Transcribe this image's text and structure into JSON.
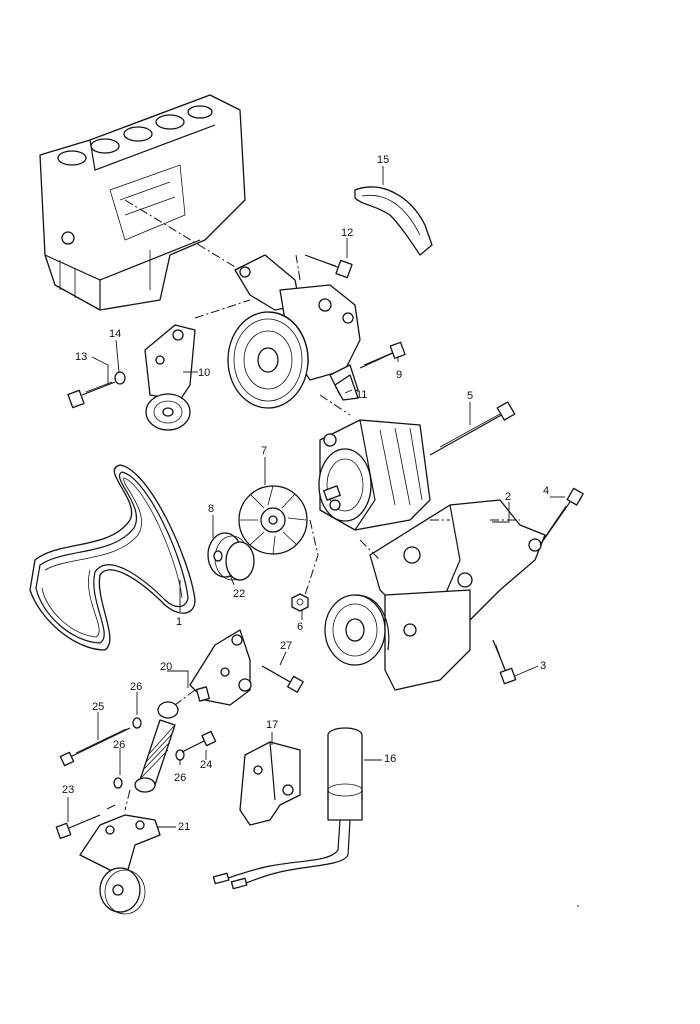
{
  "diagram": {
    "callouts": [
      {
        "id": "15",
        "label": "15"
      },
      {
        "id": "12",
        "label": "12"
      },
      {
        "id": "14",
        "label": "14"
      },
      {
        "id": "13",
        "label": "13"
      },
      {
        "id": "10",
        "label": "10"
      },
      {
        "id": "9",
        "label": "9"
      },
      {
        "id": "11",
        "label": "11"
      },
      {
        "id": "5",
        "label": "5"
      },
      {
        "id": "7",
        "label": "7"
      },
      {
        "id": "8",
        "label": "8"
      },
      {
        "id": "22",
        "label": "22"
      },
      {
        "id": "2",
        "label": "2"
      },
      {
        "id": "4",
        "label": "4"
      },
      {
        "id": "1",
        "label": "1"
      },
      {
        "id": "6",
        "label": "6"
      },
      {
        "id": "3",
        "label": "3"
      },
      {
        "id": "27",
        "label": "27"
      },
      {
        "id": "20",
        "label": "20"
      },
      {
        "id": "26a",
        "label": "26"
      },
      {
        "id": "25",
        "label": "25"
      },
      {
        "id": "26b",
        "label": "26"
      },
      {
        "id": "24",
        "label": "24"
      },
      {
        "id": "26c",
        "label": "26"
      },
      {
        "id": "17",
        "label": "17"
      },
      {
        "id": "16",
        "label": "16"
      },
      {
        "id": "23",
        "label": "23"
      },
      {
        "id": "21",
        "label": "21"
      }
    ]
  }
}
